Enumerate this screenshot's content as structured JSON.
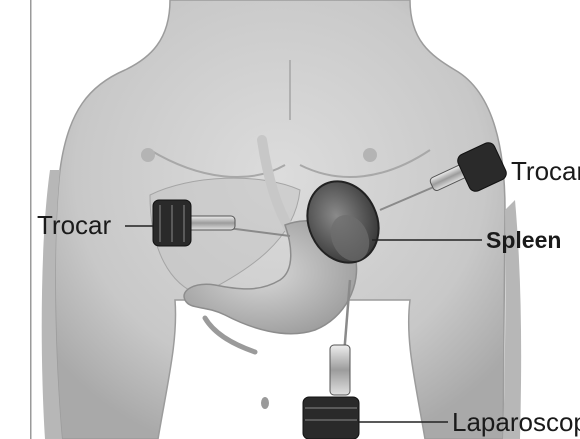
{
  "labels": {
    "trocar_left": "Trocar",
    "trocar_right": "Trocar",
    "spleen": "Spleen",
    "laparoscope": "Laparoscope"
  },
  "colors": {
    "background": "#ffffff",
    "skin": "#cfcfcf",
    "skin_shadow": "#b3b3b3",
    "organ": "#bdbdbd",
    "instrument_dark": "#2a2a2a",
    "label_text": "#1a1a1a"
  }
}
